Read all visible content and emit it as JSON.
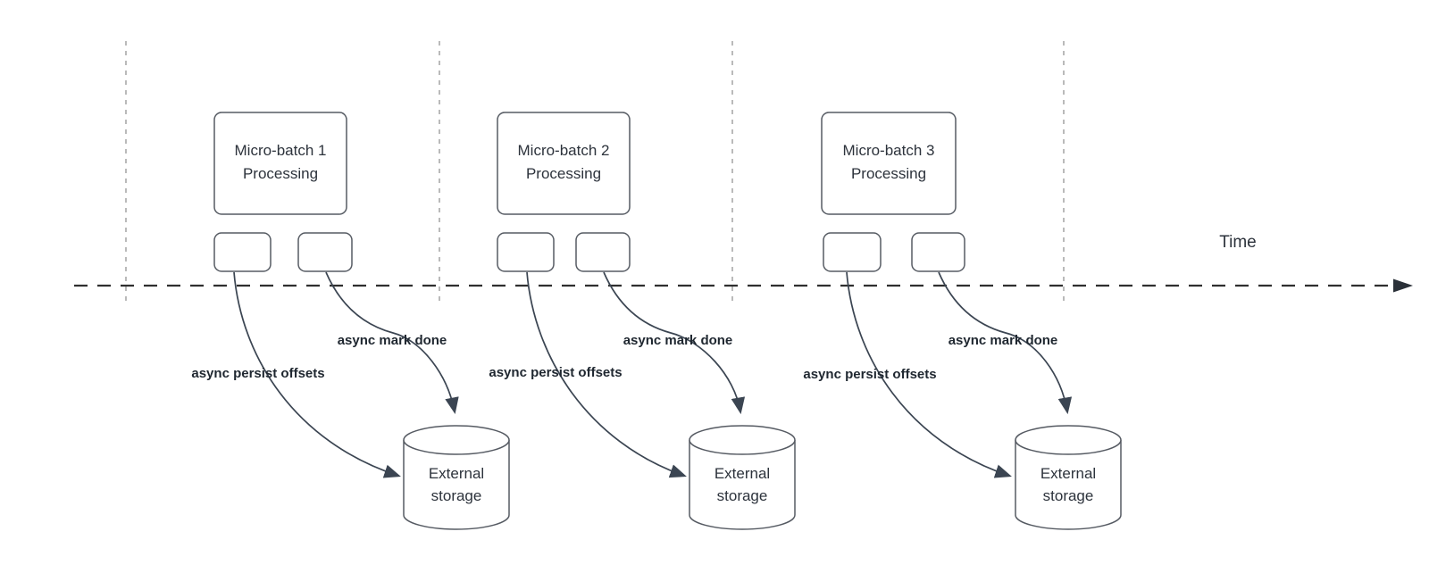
{
  "time_axis": {
    "label": "Time"
  },
  "groups": [
    {
      "box_line1": "Micro-batch 1",
      "box_line2": "Processing",
      "persist_label": "async persist offsets",
      "done_label": "async mark done",
      "storage_line1": "External",
      "storage_line2": "storage"
    },
    {
      "box_line1": "Micro-batch 2",
      "box_line2": "Processing",
      "persist_label": "async persist offsets",
      "done_label": "async mark done",
      "storage_line1": "External",
      "storage_line2": "storage"
    },
    {
      "box_line1": "Micro-batch 3",
      "box_line2": "Processing",
      "persist_label": "async persist offsets",
      "done_label": "async mark done",
      "storage_line1": "External",
      "storage_line2": "storage"
    }
  ],
  "colors": {
    "background": "#ffffff",
    "box_stroke": "#565b63",
    "edge_stroke": "#3b4552",
    "gridline": "#a9a9a9",
    "axis": "#2f2f2f",
    "text": "#2d333c",
    "label_text": "#1f2730"
  }
}
